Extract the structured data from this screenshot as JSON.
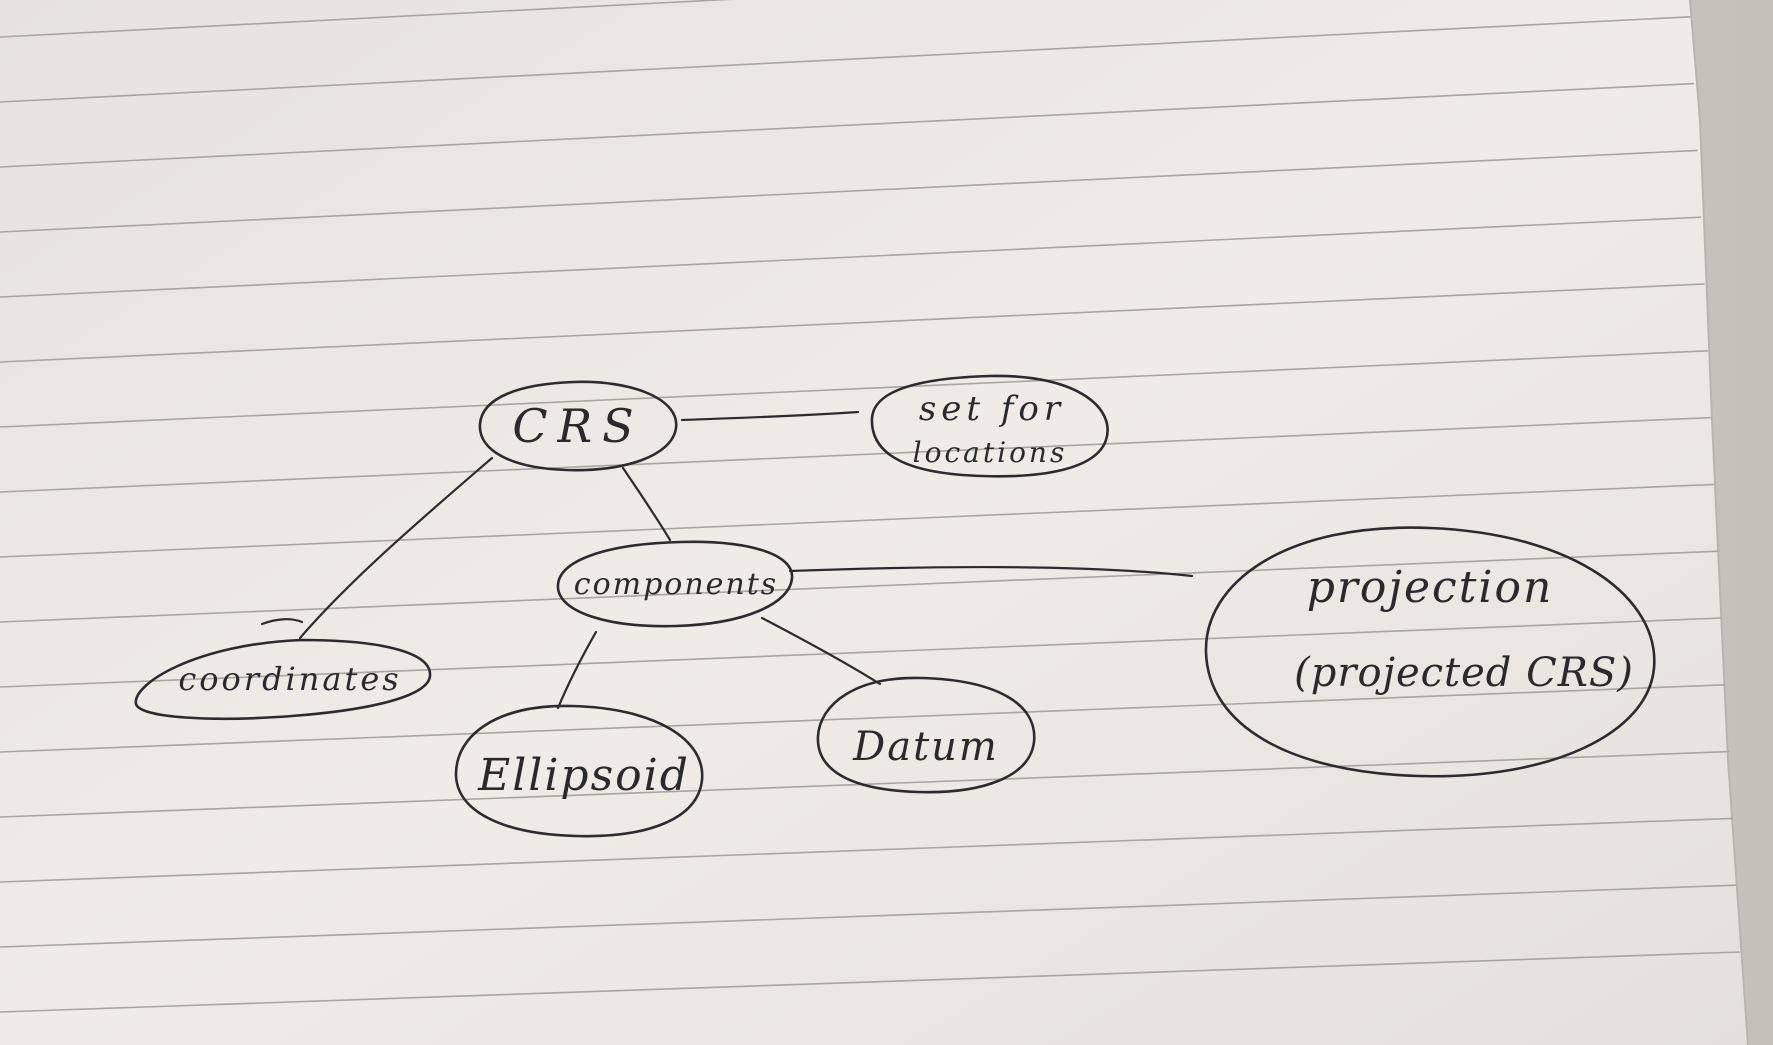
{
  "nodes": {
    "crs": {
      "label": "CRS"
    },
    "set_for_locations": {
      "line1": "set for",
      "line2": "locations"
    },
    "components": {
      "label": "components"
    },
    "coordinates": {
      "label": "coordinates"
    },
    "ellipsoid": {
      "label": "Ellipsoid"
    },
    "datum": {
      "label": "Datum"
    },
    "projection": {
      "line1": "projection",
      "line2": "(projected CRS)"
    }
  },
  "colors": {
    "paper": "#ece9e4",
    "ink": "#2b2b30",
    "rule_line": "#a9a6a2"
  }
}
